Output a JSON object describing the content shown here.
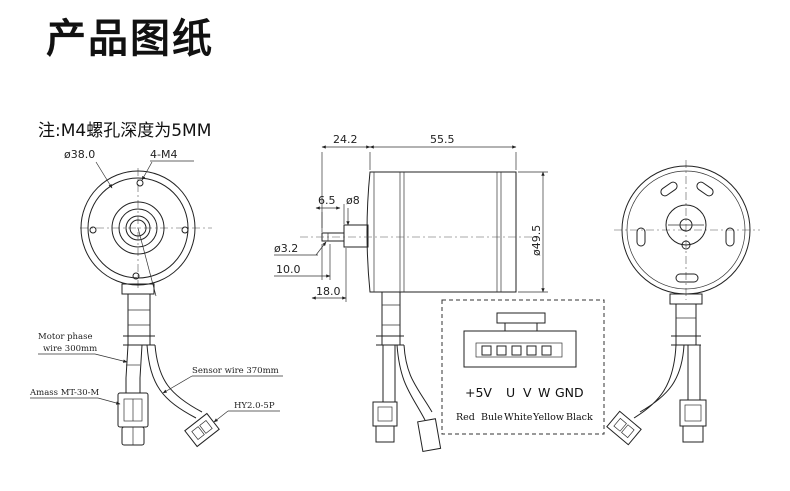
{
  "title": "产品图纸",
  "note": "注:M4螺孔深度为5MM",
  "front_view": {
    "dia_label": "ø38.0",
    "hole_label": "4-M4",
    "motor_phase_label_1": "Motor phase",
    "motor_phase_label_2": "wire 300mm",
    "sensor_wire_label": "Sensor wire 370mm",
    "connector_amass": "Amass MT-30-M",
    "connector_hy": "HY2.0-5P"
  },
  "side_view": {
    "dim_24_2": "24.2",
    "dim_55_5": "55.5",
    "dim_6_5": "6.5",
    "dim_phi8": "ø8",
    "dim_phi3_2": "ø3.2",
    "dim_10_0": "10.0",
    "dim_18_0": "18.0",
    "dim_phi49_5": "ø49.5"
  },
  "pinout": {
    "pins": [
      "+5V",
      "U",
      "V",
      "W",
      "GND"
    ],
    "colors": [
      "Red",
      "Bule",
      "White",
      "Yellow",
      "Black"
    ]
  }
}
